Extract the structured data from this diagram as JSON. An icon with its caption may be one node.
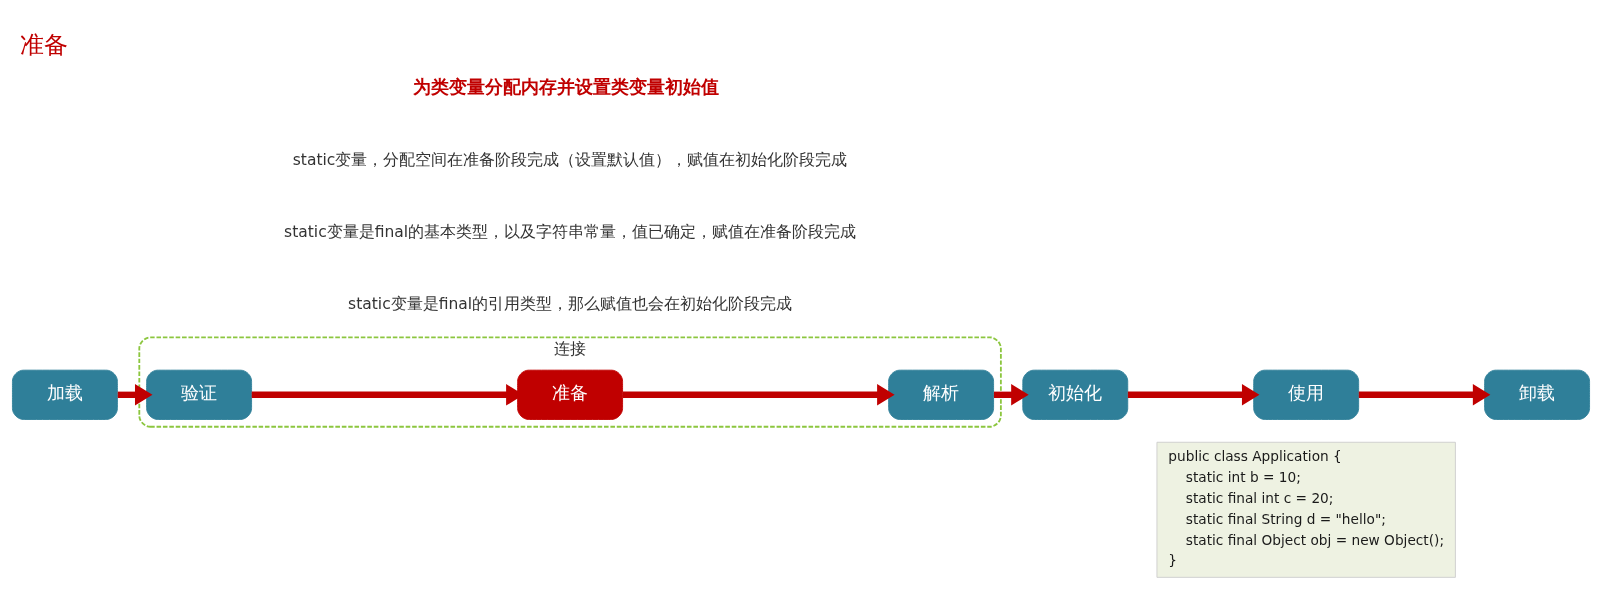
{
  "diagram": {
    "title": "准备",
    "nodes": [
      {
        "text": [
          "加载"
        ]
      },
      {
        "text": [
          "连接"
        ]
      },
      {
        "text": [
          "验证"
        ],
        "in": 1
      },
      {
        "text": [
          "准备"
        ],
        "in": 1
      },
      {
        "text": [
          "解析"
        ],
        "in": 1
      },
      {
        "text": [
          "初始化"
        ]
      },
      {
        "text": [
          "使用"
        ]
      },
      {
        "text": [
          "卸载"
        ]
      },
      {
        "text": [
          "public class Application {",
          "static int b = 10;",
          "static final int c = 20;",
          "static final String d = \"hello\";",
          "static final Object obj = new Object();",
          "}"
        ]
      }
    ],
    "edges": [
      {
        "from": 0,
        "to": 2,
        "arrow": "to"
      },
      {
        "from": 2,
        "to": 3,
        "arrow": "to"
      },
      {
        "from": 3,
        "to": 4,
        "arrow": "to"
      },
      {
        "from": 4,
        "to": 5,
        "arrow": "to"
      },
      {
        "from": 5,
        "to": 6,
        "arrow": "to"
      },
      {
        "from": 6,
        "to": 7,
        "arrow": "to"
      }
    ],
    "labels": [
      "为类变量分配内存并设置类变量初始值",
      "static变量，分配空间在准备阶段完成（设置默认值），赋值在初始化阶段完成",
      "static变量是final的基本类型，以及字符串常量，值已确定，赋值在准备阶段完成",
      "static变量是final的引用类型，那么赋值也会在初始化阶段完成"
    ]
  }
}
